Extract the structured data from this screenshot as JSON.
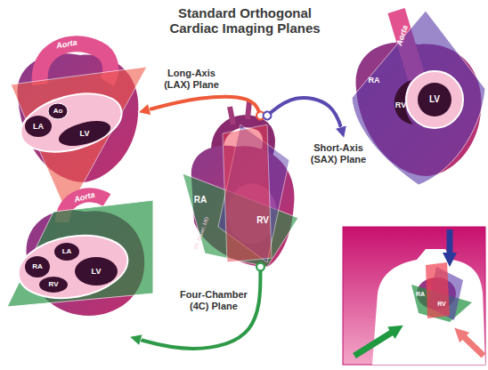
{
  "diagram": {
    "title": "Standard Orthogonal Cardiac Imaging Planes",
    "nodes": [
      {
        "text": [
          "RA",
          "RV"
        ]
      },
      {
        "text": [
          "Aorta",
          "Ao",
          "LA",
          "LV"
        ]
      },
      {
        "text": [
          "Aorta",
          "RA",
          "RV",
          "LV"
        ]
      },
      {
        "text": [
          "Aorta",
          "RA",
          "LA",
          "RV",
          "LV"
        ]
      }
    ],
    "edges": [
      {
        "from": 0,
        "to": 1,
        "arrow": "to",
        "label": "Long-Axis (LAX) Plane"
      },
      {
        "from": 0,
        "to": 2,
        "arrow": "to",
        "label": "Short-Axis (SAX) Plane"
      },
      {
        "from": 0,
        "to": 3,
        "arrow": "to",
        "label": "Four-Chamber (4C) Plane"
      }
    ],
    "labels": [
      "RE Bauer, MD",
      "RA",
      "RV"
    ]
  }
}
